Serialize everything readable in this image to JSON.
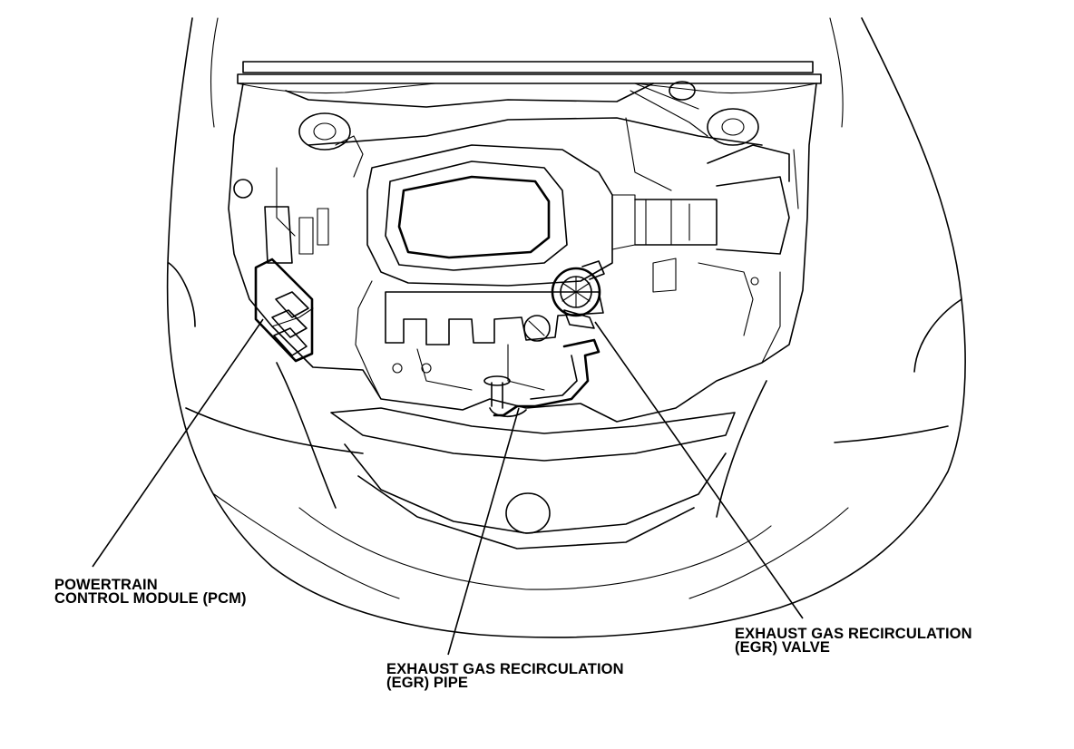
{
  "labels": {
    "pcm": {
      "line1": "POWERTRAIN",
      "line2": "CONTROL MODULE (PCM)"
    },
    "egr_pipe": {
      "line1": "EXHAUST GAS RECIRCULATION",
      "line2": "(EGR) PIPE"
    },
    "egr_valve": {
      "line1": "EXHAUST GAS RECIRCULATION",
      "line2": "(EGR) VALVE"
    }
  },
  "colors": {
    "line": "#000000",
    "background": "#ffffff"
  }
}
